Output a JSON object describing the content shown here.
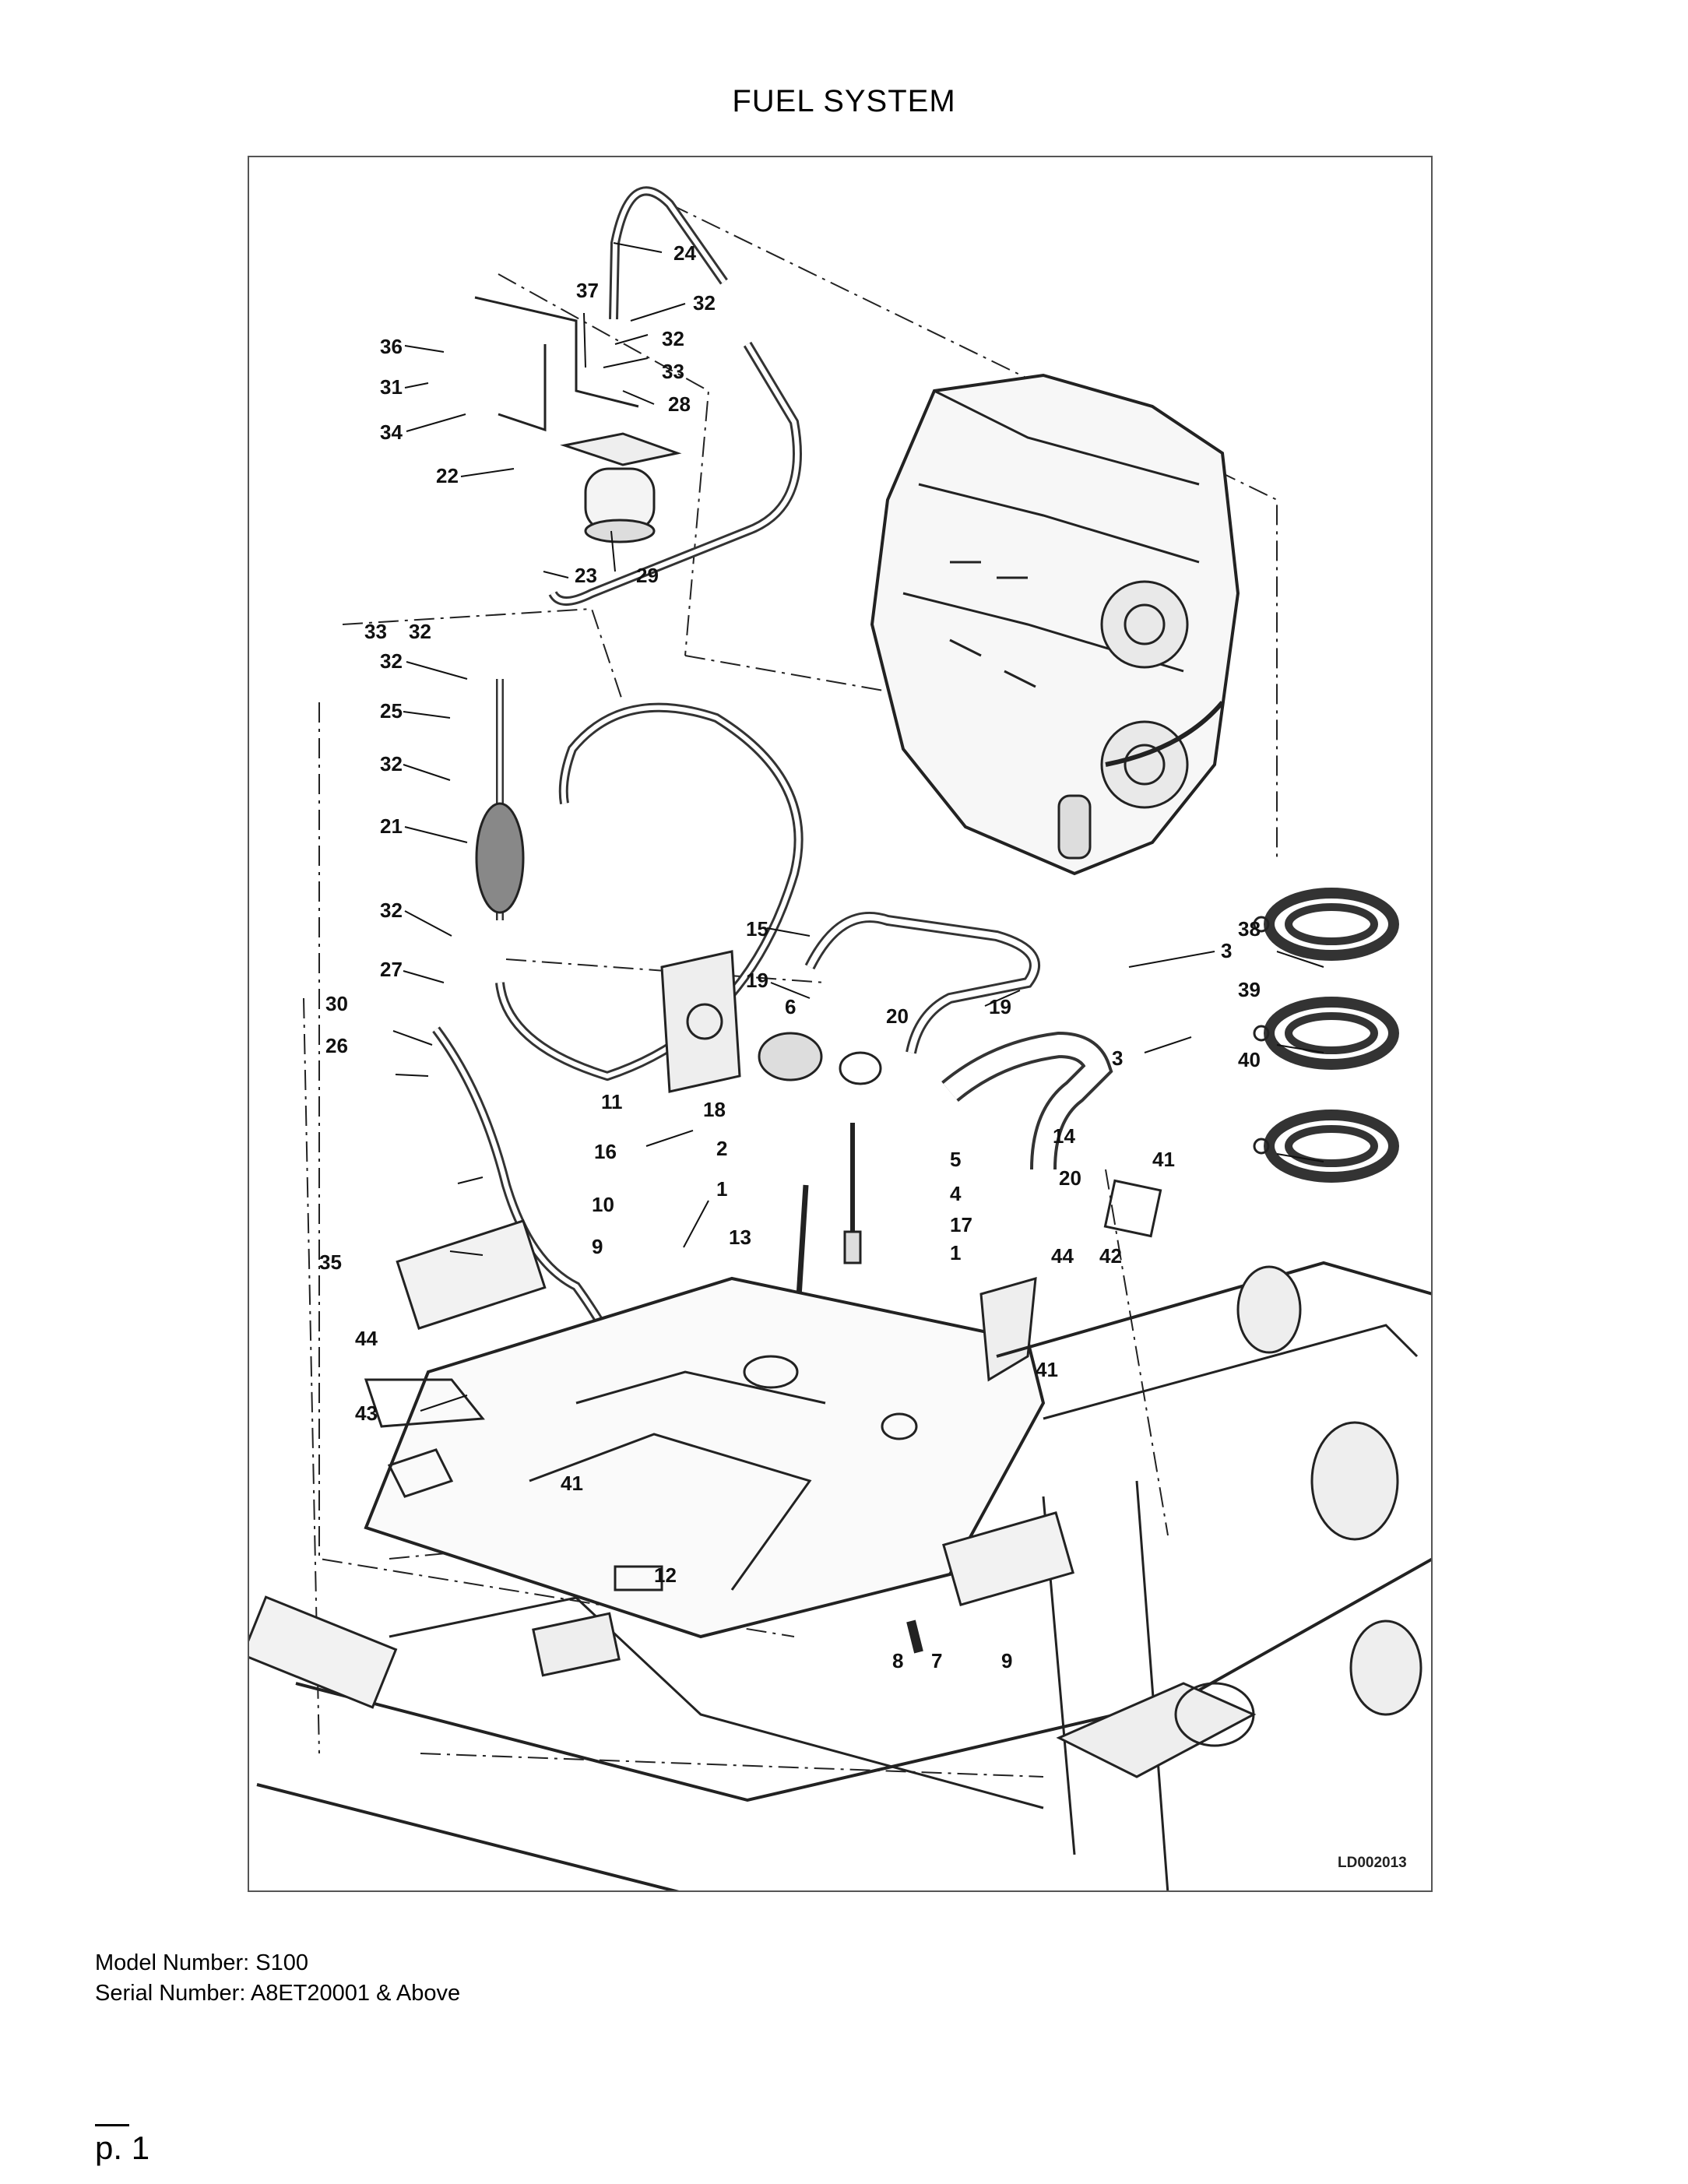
{
  "title": "FUEL SYSTEM",
  "diagram": {
    "drawing_code": "LD002013",
    "callouts": [
      "1",
      "2",
      "3",
      "4",
      "5",
      "6",
      "7",
      "8",
      "9",
      "10",
      "11",
      "12",
      "13",
      "14",
      "15",
      "16",
      "17",
      "18",
      "19",
      "20",
      "21",
      "22",
      "23",
      "24",
      "25",
      "26",
      "27",
      "28",
      "29",
      "30",
      "31",
      "32",
      "33",
      "34",
      "35",
      "36",
      "37",
      "38",
      "39",
      "40",
      "41",
      "42",
      "43",
      "44"
    ]
  },
  "footer": {
    "model": "Model Number: S100",
    "serial": "Serial Number: A8ET20001 & Above",
    "page": "p. 1"
  }
}
